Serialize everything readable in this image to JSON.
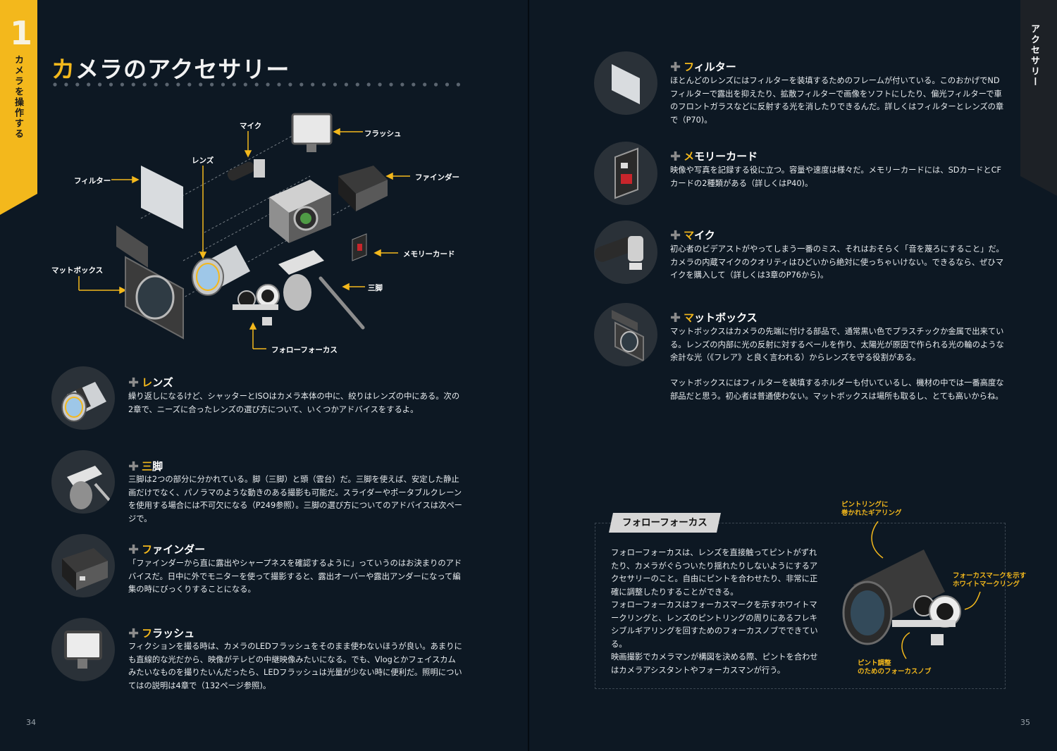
{
  "left": {
    "chapter_number": "1",
    "chapter_label": "カメラを操作する",
    "title_accent": "カ",
    "title_rest": "メラのアクセサリー",
    "page_number": "34",
    "diagram_labels": {
      "mic": "マイク",
      "flash": "フラッシュ",
      "lens": "レンズ",
      "filter": "フィルター",
      "finder": "ファインダー",
      "matte": "マットボックス",
      "memory": "メモリーカード",
      "tripod": "三脚",
      "follow": "フォローフォーカス"
    },
    "sections": [
      {
        "icon": "lens-icon",
        "accent": "レ",
        "rest": "ンズ",
        "text": "繰り返しになるけど、シャッターとISOはカメラ本体の中に、絞りはレンズの中にある。次の 2章で、ニーズに合ったレンズの選び方について、いくつかアドバイスをするよ。"
      },
      {
        "icon": "tripod-icon",
        "accent": "三",
        "rest": "脚",
        "text": "三脚は2つの部分に分かれている。脚（三脚）と頭（雲台）だ。三脚を使えば、安定した静止画だけでなく、パノラマのような動きのある撮影も可能だ。スライダーやポータブルクレーンを使用する場合には不可欠になる（P249参照）。三脚の選び方についてのアドバイスは次ページで。"
      },
      {
        "icon": "finder-icon",
        "accent": "フ",
        "rest": "ァインダー",
        "text": "「ファインダーから直に露出やシャープネスを確認するように」っていうのはお決まりのアドバイスだ。日中に外でモニターを使って撮影すると、露出オーバーや露出アンダーになって編集の時にびっくりすることになる。"
      },
      {
        "icon": "flash-icon",
        "accent": "フ",
        "rest": "ラッシュ",
        "text": "フィクションを撮る時は、カメラのLEDフラッシュをそのまま使わないほうが良い。あまりにも直線的な光だから、映像がテレビの中継映像みたいになる。でも、Vlogとかフェイスカムみたいなものを撮りたいんだったら、LEDフラッシュは光量が少ない時に便利だ。照明についてはの説明は4章で（132ページ参照)。"
      }
    ]
  },
  "right": {
    "side_label": "アクセサリー",
    "page_number": "35",
    "sections": [
      {
        "icon": "filter-icon",
        "accent": "フ",
        "rest": "ィルター",
        "text": "ほとんどのレンズにはフィルターを装填するためのフレームが付いている。このおかげでNDフィルターで露出を抑えたり、拡散フィルターで画像をソフトにしたり、偏光フィルターで車のフロントガラスなどに反射する光を消したりできるんだ。詳しくはフィルターとレンズの章で（P70)。"
      },
      {
        "icon": "memory-card-icon",
        "accent": "メ",
        "rest": "モリーカード",
        "text": "映像や写真を記録する役に立つ。容量や速度は様々だ。メモリーカードには、SDカードとCFカードの2種類がある（詳しくはP40)。"
      },
      {
        "icon": "mic-icon",
        "accent": "マ",
        "rest": "イク",
        "text": "初心者のビデアストがやってしまう一番のミス、それはおそらく「音を蔑ろにすること」だ。カメラの内蔵マイクのクオリティはひどいから絶対に使っちゃいけない。できるなら、ぜひマイクを購入して（詳しくは3章のP76から)。"
      },
      {
        "icon": "mattebox-icon",
        "accent": "マ",
        "rest": "ットボックス",
        "text": "マットボックスはカメラの先端に付ける部品で、通常黒い色でプラスチックか金属で出来ている。レンズの内部に光の反射に対するベールを作り、太陽光が原因で作られる光の輪のような余計な光（《フレア》と良く言われる）からレンズを守る役割がある。",
        "text2": "マットボックスにはフィルターを装填するホルダーも付いているし、機材の中では一番高度な部品だと思う。初心者は普通使わない。マットボックスは場所も取るし、とても高いからね。"
      }
    ],
    "follow_focus": {
      "tag": "フォローフォーカス",
      "text": "フォローフォーカスは、レンズを直接触ってピントがずれたり、カメラがぐらついたり揺れたりしないようにするアクセサリーのこと。自由にピントを合わせたり、非常に正確に調整したりすることができる。\nフォローフォーカスはフォーカスマークを示すホワイトマークリングと、レンズのピントリングの周りにあるフレキシブルギアリングを回すためのフォーカスノブでできている。\n映画撮影でカメラマンが構図を決める際、ピントを合わせはカメラアシスタントやフォーカスマンが行う。",
      "label_gear": "ピントリングに\n巻かれたギアリング",
      "label_ring": "フォーカスマークを示す\nホワイトマークリング",
      "label_knob": "ピント調整\nのためのフォーカスノブ"
    }
  },
  "colors": {
    "background": "#0d1823",
    "accent": "#f3b81c",
    "circle": "#2a3138",
    "tab_dark": "#1d2126"
  }
}
